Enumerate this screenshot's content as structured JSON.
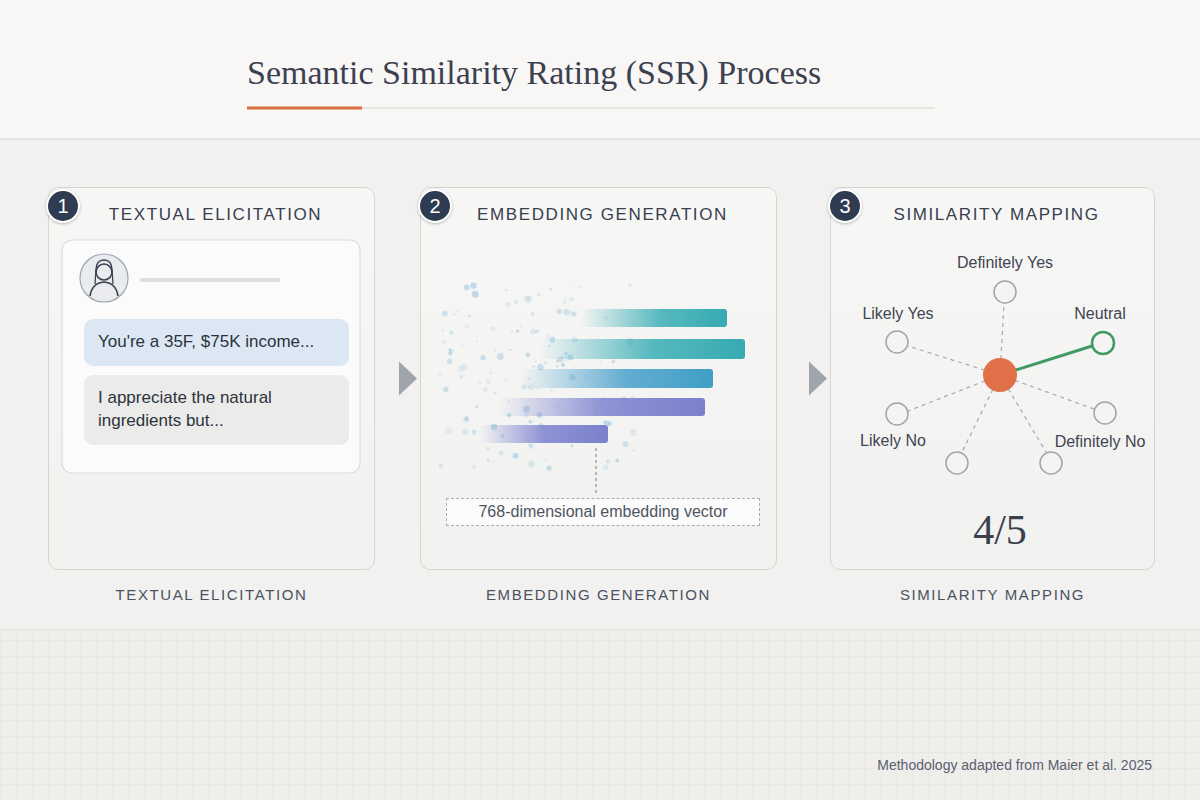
{
  "diagram": {
    "title": "Semantic Similarity Rating (SSR) Process",
    "caption": "Methodology adapted from Maier et al. 2025",
    "nodes": [
      {
        "text": [
          "TEXTUAL ELICITATION",
          "TEXTUAL ELICITATION"
        ]
      },
      {
        "text": [
          "1"
        ],
        "in": 0
      },
      {
        "text": [
          "You're a 35F, $75K income..."
        ],
        "in": 0
      },
      {
        "text": [
          "I appreciate the natural ingredients but..."
        ],
        "in": 0
      },
      {
        "text": [
          "EMBEDDING GENERATION",
          "EMBEDDING GENERATION"
        ]
      },
      {
        "text": [
          "2"
        ],
        "in": 4
      },
      {
        "text": [
          "768-dimensional embedding vector"
        ],
        "in": 4
      },
      {
        "text": [
          "SIMILARITY MAPPING",
          "SIMILARITY MAPPING"
        ]
      },
      {
        "text": [
          "3"
        ],
        "in": 7
      }
    ],
    "edges": [
      {
        "from": 0,
        "to": 4,
        "arrow": "to"
      },
      {
        "from": 4,
        "to": 7,
        "arrow": "to"
      }
    ],
    "labels": [
      "Definitely Yes",
      "Likely Yes",
      "Neutral",
      "Likely No",
      "Definitely No",
      "4/5"
    ]
  }
}
